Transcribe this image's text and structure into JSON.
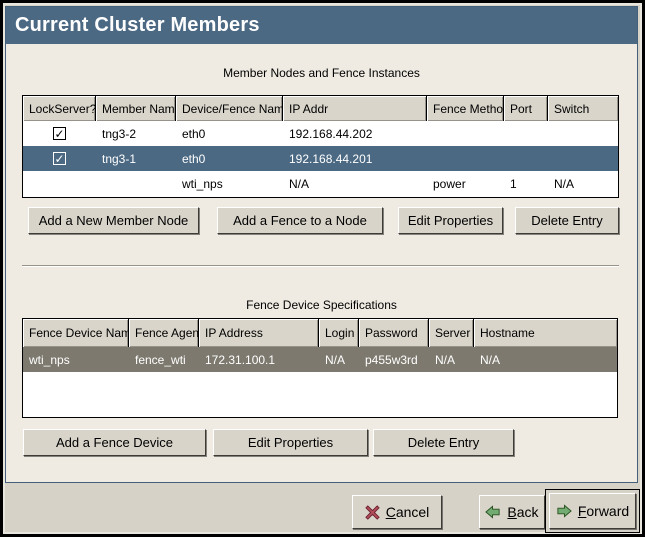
{
  "window": {
    "title": "Current Cluster Members"
  },
  "colors": {
    "title_bar": "#4b6983",
    "selected_member_row": "#4b6983",
    "selected_fence_row": "#7d796f",
    "panel_background": "#efebe2",
    "chrome_background": "#d6d2c8",
    "button_face": "#d8d4ca"
  },
  "members_section": {
    "label": "Member Nodes and Fence Instances",
    "columns": [
      "LockServer?",
      "Member Name",
      "Device/Fence Name",
      "IP Addr",
      "Fence Method",
      "Port",
      "Switch"
    ],
    "rows": [
      {
        "lockserver_checked": true,
        "member_name": "tng3-2",
        "device_fence_name": "eth0",
        "ip_addr": "192.168.44.202",
        "fence_method": "",
        "port": "",
        "switch": "",
        "selected": false
      },
      {
        "lockserver_checked": true,
        "member_name": "tng3-1",
        "device_fence_name": "eth0",
        "ip_addr": "192.168.44.201",
        "fence_method": "",
        "port": "",
        "switch": "",
        "selected": true
      },
      {
        "lockserver_checked": false,
        "member_name": "",
        "device_fence_name": "wti_nps",
        "ip_addr": "N/A",
        "fence_method": "power",
        "port": "1",
        "switch": "N/A",
        "selected": false
      }
    ],
    "buttons": {
      "add_member": "Add a New Member Node",
      "add_fence": "Add a Fence to a Node",
      "edit_properties": "Edit Properties",
      "delete_entry": "Delete Entry"
    }
  },
  "fence_section": {
    "label": "Fence Device Specifications",
    "columns": [
      "Fence Device Name",
      "Fence Agent",
      "IP Address",
      "Login",
      "Password",
      "Server",
      "Hostname"
    ],
    "rows": [
      {
        "fence_device_name": "wti_nps",
        "fence_agent": "fence_wti",
        "ip_address": "172.31.100.1",
        "login": "N/A",
        "password": "p455w3rd",
        "server": "N/A",
        "hostname": "N/A",
        "selected": true
      }
    ],
    "buttons": {
      "add_fence_device": "Add a Fence Device",
      "edit_properties": "Edit Properties",
      "delete_entry": "Delete Entry"
    }
  },
  "footer": {
    "cancel_label": "Cancel",
    "back_label": "Back",
    "forward_label": "Forward"
  },
  "icons": {
    "check": "✓",
    "cancel": "x-icon",
    "back": "arrow-left-icon",
    "forward": "arrow-right-icon"
  }
}
